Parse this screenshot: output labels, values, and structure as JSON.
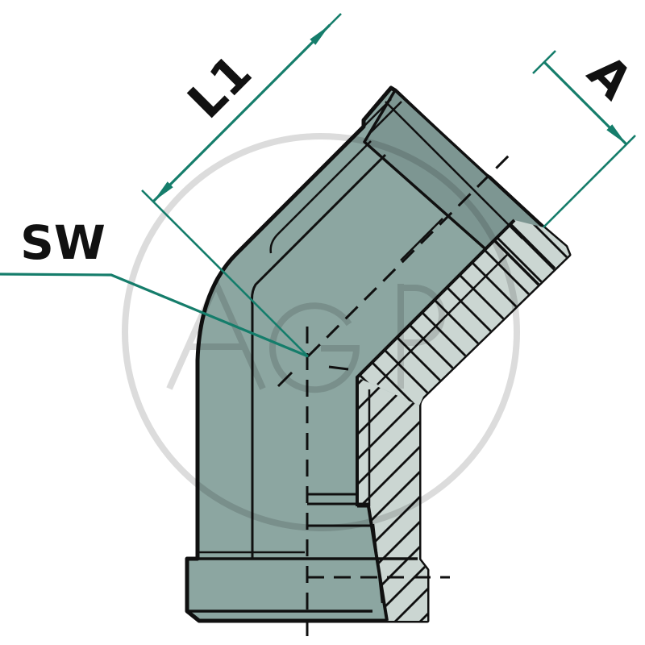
{
  "drawing": {
    "kind": "technical line drawing, 45-degree elbow pipe fitting, half section"
  },
  "dimension_labels": {
    "l1": "L1",
    "a": "A",
    "sw": "SW"
  },
  "watermark": {
    "text": "AGP"
  },
  "colors": {
    "background": "#ffffff",
    "outline": "#101010",
    "body_fill": "#8ca6a1",
    "section_fill": "#cbd6d2",
    "port_fill": "#7d9692",
    "watermark": "#dcdcdc",
    "dimension_line": "#157d6b"
  }
}
